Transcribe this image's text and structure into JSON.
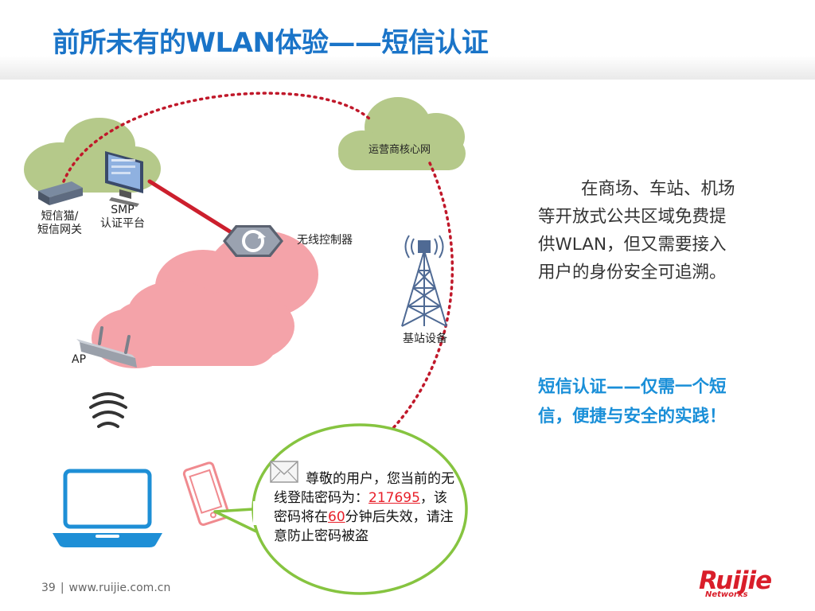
{
  "slide": {
    "title": "前所未有的WLAN体验——短信认证"
  },
  "diagram": {
    "cloud_operator_label": "运营商核心网",
    "sms_gateway_label_line1": "短信猫/",
    "sms_gateway_label_line2": "短信网关",
    "smp_label_line1": "SMP",
    "smp_label_line2": "认证平台",
    "controller_label": "无线控制器",
    "base_station_label": "基站设备",
    "ap_label": "AP"
  },
  "description": {
    "lines": [
      "在商场、车站、机场",
      "等开放式公共区域免费提",
      "供WLAN，但又需要接入",
      "用户的身份安全可追溯。"
    ]
  },
  "highlight": {
    "lines": [
      "短信认证——仅需一个短",
      "信，便捷与安全的实践！"
    ]
  },
  "sms_message": {
    "text_part1": "尊敬的用户，您当前的无线登陆密码为：",
    "password": "217695",
    "text_part2": "，该密码将在",
    "minutes": "60",
    "text_part3": "分钟后失效，请注意防止密码被盗"
  },
  "footer": {
    "page_number": "39",
    "separator": "|",
    "website": "www.ruijie.com.cn"
  },
  "logo": {
    "brand": "Ruijie",
    "sub": "Networks"
  },
  "colors": {
    "title_blue": "#1a74c8",
    "highlight_blue": "#1a8fd8",
    "cloud_green": "#b5c98a",
    "cloud_pink": "#f4a3a9",
    "link_red": "#cc1f2d",
    "bubble_green": "#86c440",
    "laptop_blue": "#1e8fd6",
    "logo_red": "#d91e2a"
  }
}
